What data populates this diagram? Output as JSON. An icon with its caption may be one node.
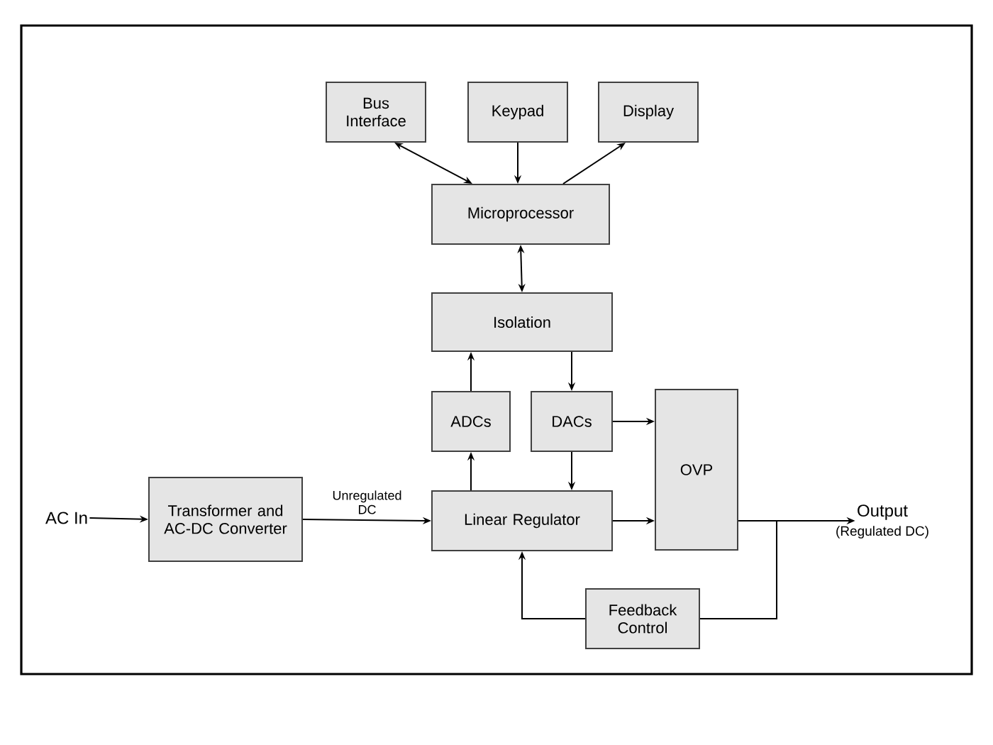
{
  "diagram": {
    "nodes": [
      {
        "text": [
          "Bus Interface"
        ]
      },
      {
        "text": [
          "Keypad"
        ]
      },
      {
        "text": [
          "Display"
        ]
      },
      {
        "text": [
          "Microprocessor"
        ]
      },
      {
        "text": [
          "Isolation"
        ]
      },
      {
        "text": [
          "ADCs"
        ]
      },
      {
        "text": [
          "DACs"
        ]
      },
      {
        "text": [
          "OVP"
        ]
      },
      {
        "text": [
          "AC In"
        ]
      },
      {
        "text": [
          "Transformer and AC-DC Converter"
        ]
      },
      {
        "text": [
          "Linear Regulator"
        ]
      },
      {
        "text": [
          "Output",
          "(Regulated DC)"
        ]
      },
      {
        "text": [
          "Feedback Control"
        ]
      }
    ],
    "edges": [
      {
        "from": 0,
        "to": 3,
        "arrow": "both"
      },
      {
        "from": 1,
        "to": 3,
        "arrow": "to"
      },
      {
        "from": 3,
        "to": 2,
        "arrow": "to"
      },
      {
        "from": 3,
        "to": 4,
        "arrow": "both"
      },
      {
        "from": 4,
        "to": 6,
        "arrow": "to"
      },
      {
        "from": 5,
        "to": 4,
        "arrow": "to"
      },
      {
        "from": 10,
        "to": 5,
        "arrow": "to"
      },
      {
        "from": 6,
        "to": 7,
        "arrow": "to"
      },
      {
        "from": 6,
        "to": 10,
        "arrow": "to"
      },
      {
        "from": 10,
        "to": 7,
        "arrow": "to"
      },
      {
        "from": 8,
        "to": 9,
        "arrow": "to"
      },
      {
        "from": 9,
        "to": 10,
        "arrow": "to",
        "label": "Unregulated DC"
      },
      {
        "from": 7,
        "to": 11,
        "arrow": "to"
      },
      {
        "from": 7,
        "to": 12,
        "arrow": "none"
      },
      {
        "from": 12,
        "to": 10,
        "arrow": "to"
      }
    ]
  }
}
